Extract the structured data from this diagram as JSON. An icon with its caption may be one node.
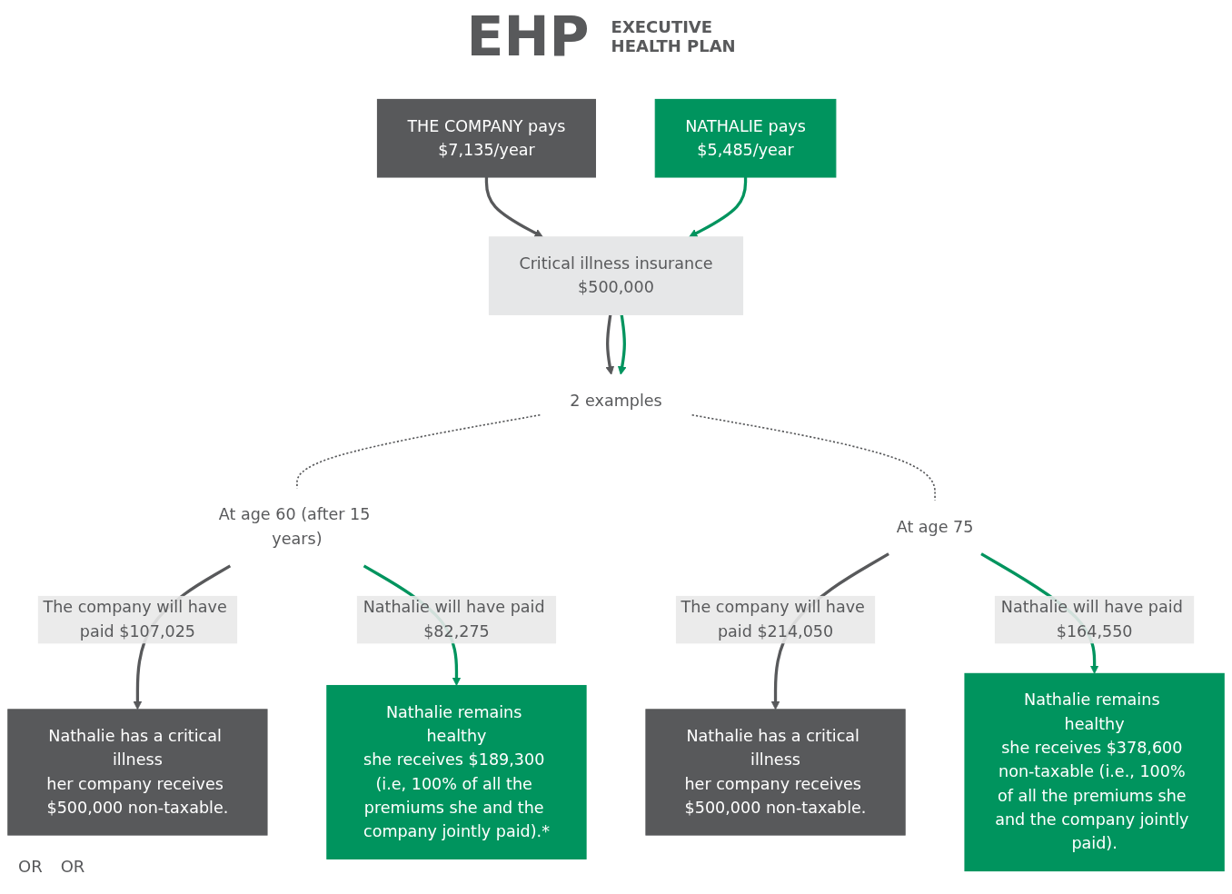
{
  "diagram": {
    "title": "EHP",
    "nodes": [
      {
        "text": [
          "THE COMPANY pays",
          "$7,135/year"
        ]
      },
      {
        "text": [
          "NATHALIE pays",
          "$5,485/year"
        ]
      },
      {
        "text": [
          "Critical illness insurance",
          "$500,000"
        ]
      },
      {
        "text": [
          "2 examples"
        ]
      },
      {
        "text": [
          "At age 60 (after 15 years)"
        ]
      },
      {
        "text": [
          "At age 75"
        ]
      },
      {
        "text": [
          "Nathalie has a critical illness",
          "her company receives $500,000 non-taxable."
        ]
      },
      {
        "text": [
          "Nathalie remains healthy",
          "she receives $189,300 (i.e, 100% of all the premiums she and the company jointly paid).*"
        ]
      },
      {
        "text": [
          "Nathalie has a critical illness",
          "her company receives $500,000 non-taxable."
        ]
      },
      {
        "text": [
          "Nathalie remains healthy",
          "she receives $378,600 non-taxable (i.e., 100% of all the premiums she and the company jointly paid)."
        ]
      }
    ],
    "edges": [
      {
        "from": 0,
        "to": 2,
        "arrow": "to"
      },
      {
        "from": 1,
        "to": 2,
        "arrow": "to",
        "color": "#00945e"
      },
      {
        "from": 2,
        "to": 3,
        "arrow": "to"
      },
      {
        "from": 2,
        "to": 3,
        "arrow": "to",
        "color": "#00945e"
      },
      {
        "from": 3,
        "to": 4,
        "arrow": "none",
        "style": "dashed"
      },
      {
        "from": 3,
        "to": 5,
        "arrow": "none",
        "style": "dashed"
      },
      {
        "from": 4,
        "to": 6,
        "arrow": "to",
        "label": "The company will have paid $107,025"
      },
      {
        "from": 4,
        "to": 7,
        "arrow": "to",
        "label": "Nathalie will have paid $82,275",
        "color": "#00945e"
      },
      {
        "from": 5,
        "to": 8,
        "arrow": "to",
        "label": "The company will have paid $214,050"
      },
      {
        "from": 5,
        "to": 9,
        "arrow": "to",
        "label": "Nathalie will have paid $164,550",
        "color": "#00945e"
      }
    ],
    "labels": [
      "EXECUTIVE HEALTH PLAN",
      "OR",
      "OR"
    ]
  }
}
